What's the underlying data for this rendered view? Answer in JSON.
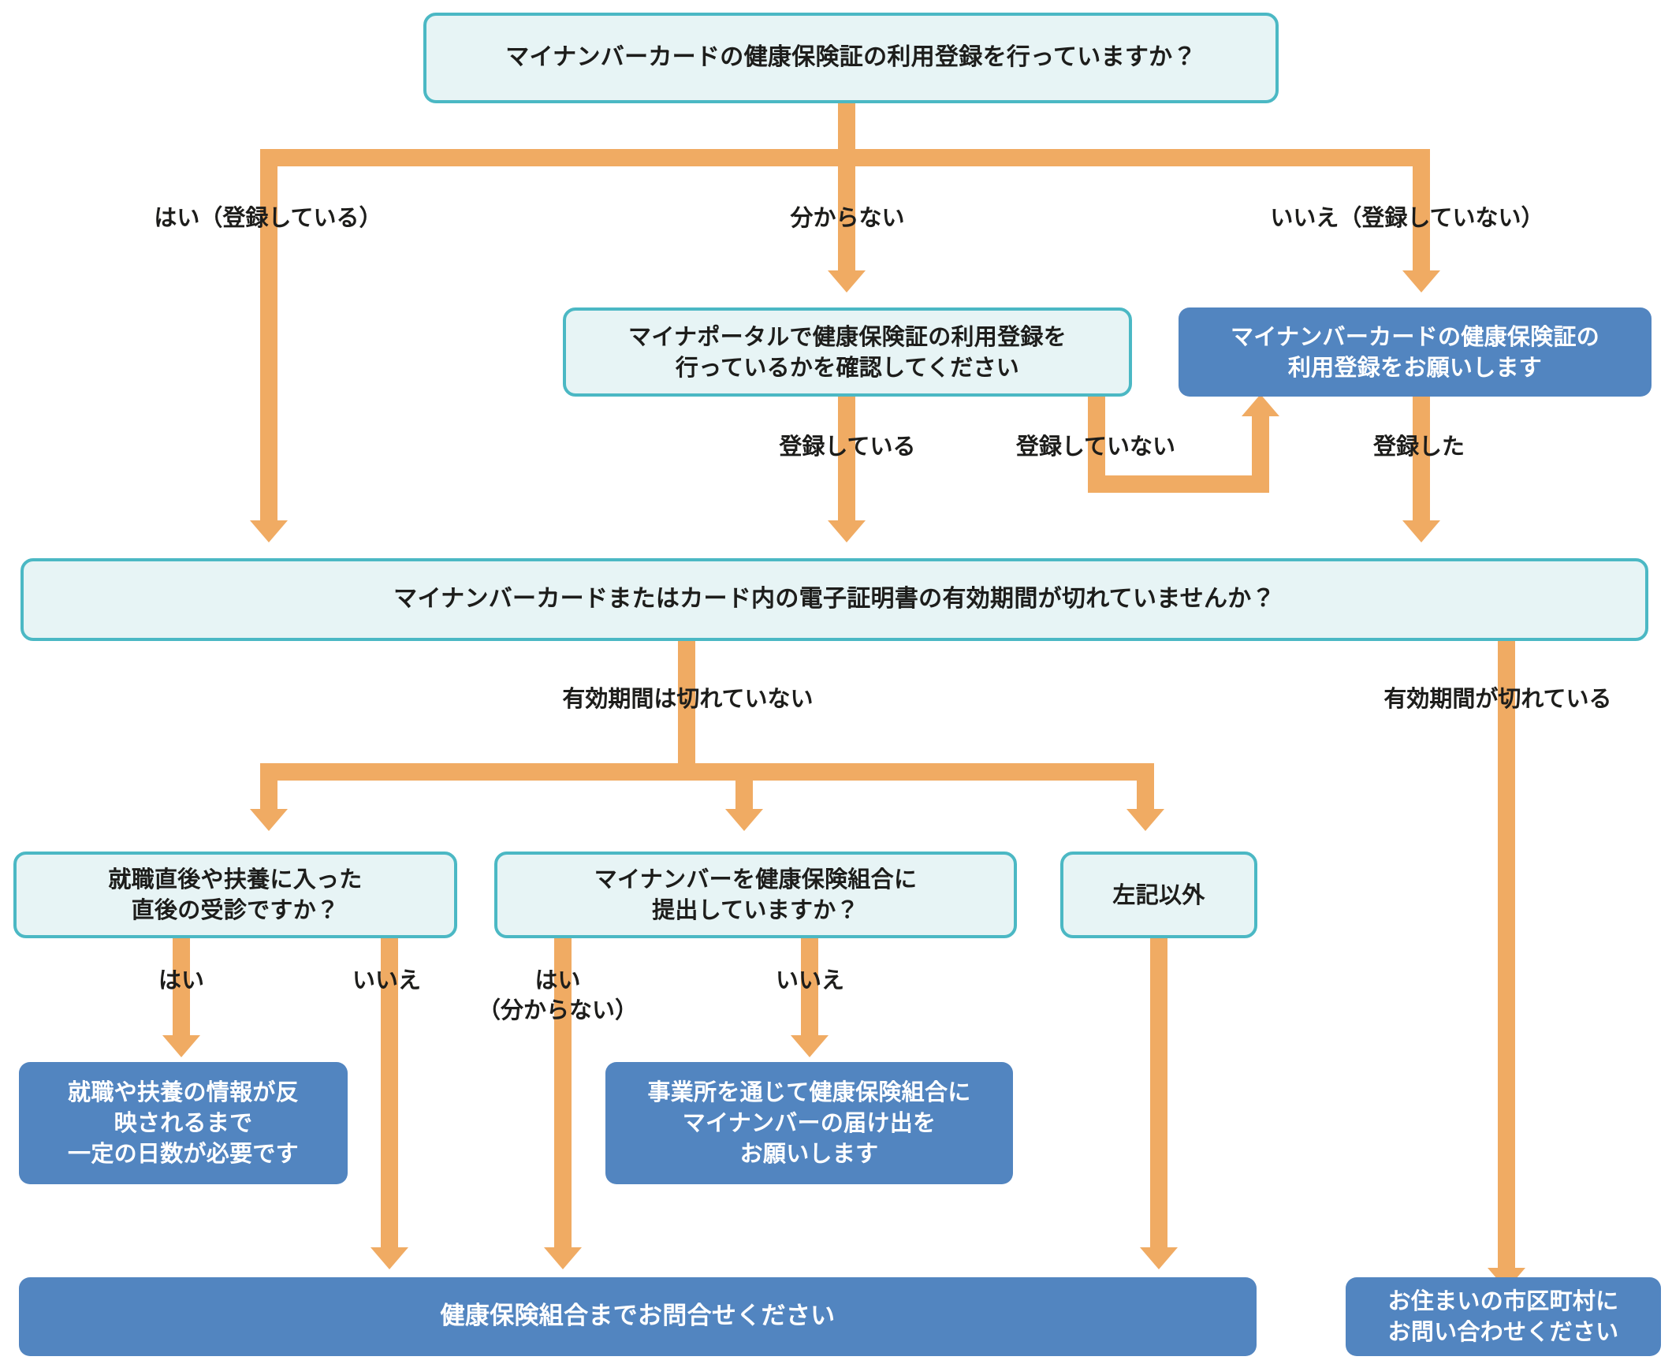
{
  "chart_data": {
    "type": "diagram",
    "title": "マイナンバーカード健康保険証 利用判定フローチャート",
    "colors": {
      "question_fill": "#e7f4f5",
      "question_border": "#4bb8c4",
      "answer_fill": "#5285c0",
      "answer_text": "#ffffff",
      "connector": "#f0ab63",
      "text": "#1d1d1b",
      "background": "#ffffff"
    }
  },
  "nodes": {
    "q_start": "マイナンバーカードの健康保険証の利用登録を行っていますか？",
    "q_myna_portal": "マイナポータルで健康保険証の利用登録を\n行っているかを確認してください",
    "a_register_request": "マイナンバーカードの健康保険証の\n利用登録をお願いします",
    "q_validity": "マイナンバーカードまたはカード内の電子証明書の有効期間が切れていませんか？",
    "q_just_employed": "就職直後や扶養に入った\n直後の受診ですか？",
    "q_submitted_mynumber": "マイナンバーを健康保険組合に\n提出していますか？",
    "q_other": "左記以外",
    "a_wait_days": "就職や扶養の情報が反\n映されるまで\n一定の日数が必要です",
    "a_submit_via_office": "事業所を通じて健康保険組合に\nマイナンバーの届け出を\nお願いします",
    "a_contact_kenpo": "健康保険組合までお問合せください",
    "a_contact_city": "お住まいの市区町村に\nお問い合わせください"
  },
  "edge_labels": {
    "yes_registered": "はい（登録している）",
    "dont_know": "分からない",
    "no_not_registered": "いいえ（登録していない）",
    "is_registered": "登録している",
    "not_registered": "登録していない",
    "did_register": "登録した",
    "validity_ok": "有効期間は切れていない",
    "validity_expired": "有効期間が切れている",
    "yes1": "はい",
    "no1": "いいえ",
    "yes2": "はい\n（分からない）",
    "no2": "いいえ"
  }
}
